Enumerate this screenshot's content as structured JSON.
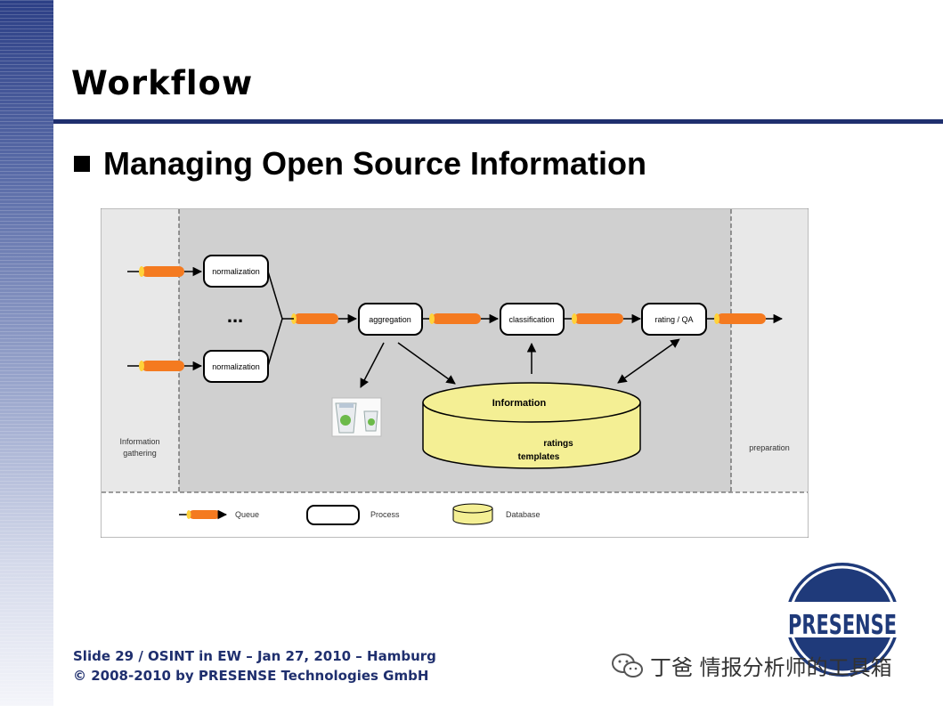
{
  "slide": {
    "title": "Workflow",
    "bullet": "Managing Open Source Information",
    "footer_line1": "Slide 29 / OSINT in EW – Jan 27, 2010 – Hamburg",
    "footer_line2": "© 2008-2010 by PRESENSE Technologies GmbH"
  },
  "diagram": {
    "left_zone_label_1": "Information",
    "left_zone_label_2": "gathering",
    "right_zone_label": "preparation",
    "ellipsis": "...",
    "process_normalization_top": "normalization",
    "process_normalization_bottom": "normalization",
    "process_aggregation": "aggregation",
    "process_classification": "classification",
    "process_rating": "rating / QA",
    "database_title": "Information",
    "database_line1": "ratings",
    "database_line2": "templates",
    "legend_queue": "Queue",
    "legend_process": "Process",
    "legend_database": "Database"
  },
  "logo": {
    "text": "PRESENSE",
    "colors": {
      "primary": "#1f3a7a",
      "ring": "#ffffff"
    }
  },
  "watermark": {
    "text": "丁爸 情报分析师的工具箱",
    "icon": "wechat-icon"
  },
  "colors": {
    "accent_navy": "#1f2f6e",
    "queue_orange": "#f47a20",
    "queue_yellow": "#ffd23a",
    "database_fill": "#f4ef94",
    "process_area": "#d0d0d0",
    "side_area": "#e8e8e8"
  }
}
